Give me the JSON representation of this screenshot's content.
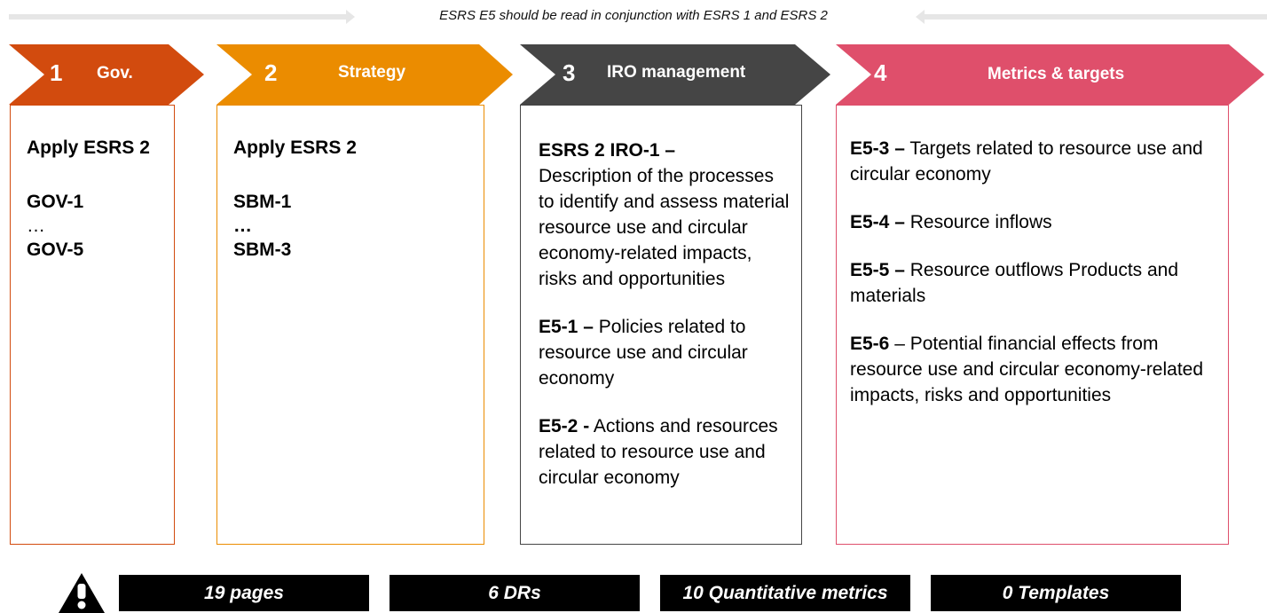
{
  "header": {
    "note": "ESRS E5 should be read in conjunction with ESRS 1 and ESRS 2"
  },
  "colors": {
    "gov": "#D24B0E",
    "strategy": "#EB8C00",
    "iro": "#454545",
    "metrics": "#DF4F6B"
  },
  "columns": [
    {
      "number": "1",
      "title": "Gov.",
      "lines": [
        "Apply ESRS 2",
        "GOV-1",
        "…",
        "GOV-5"
      ]
    },
    {
      "number": "2",
      "title": "Strategy",
      "lines": [
        "Apply ESRS 2",
        "SBM-1",
        "…",
        "SBM-3"
      ]
    },
    {
      "number": "3",
      "title": "IRO management",
      "items": [
        {
          "code": "ESRS 2 IRO-1 –",
          "text": "Description of the processes to identify and assess material resource use and circular economy-related impacts, risks and opportunities"
        },
        {
          "code": "E5-1 –",
          "text": "Policies related to resource use and circular economy"
        },
        {
          "code": "E5-2 -",
          "text": "Actions and resources related to resource use and circular economy"
        }
      ]
    },
    {
      "number": "4",
      "title": "Metrics & targets",
      "items": [
        {
          "code": "E5-3 –",
          "text": "Targets related to resource use and circular economy"
        },
        {
          "code": "E5-4 –",
          "text": "Resource inflows"
        },
        {
          "code": "E5-5 –",
          "text": "Resource outflows Products and materials"
        },
        {
          "code": "E5-6",
          "text": "– Potential financial effects from resource use and circular economy-related impacts, risks and opportunities"
        }
      ]
    }
  ],
  "footer": {
    "icon": "warning-icon",
    "badges": [
      "19 pages",
      "6 DRs",
      "10 Quantitative metrics",
      "0 Templates"
    ]
  }
}
